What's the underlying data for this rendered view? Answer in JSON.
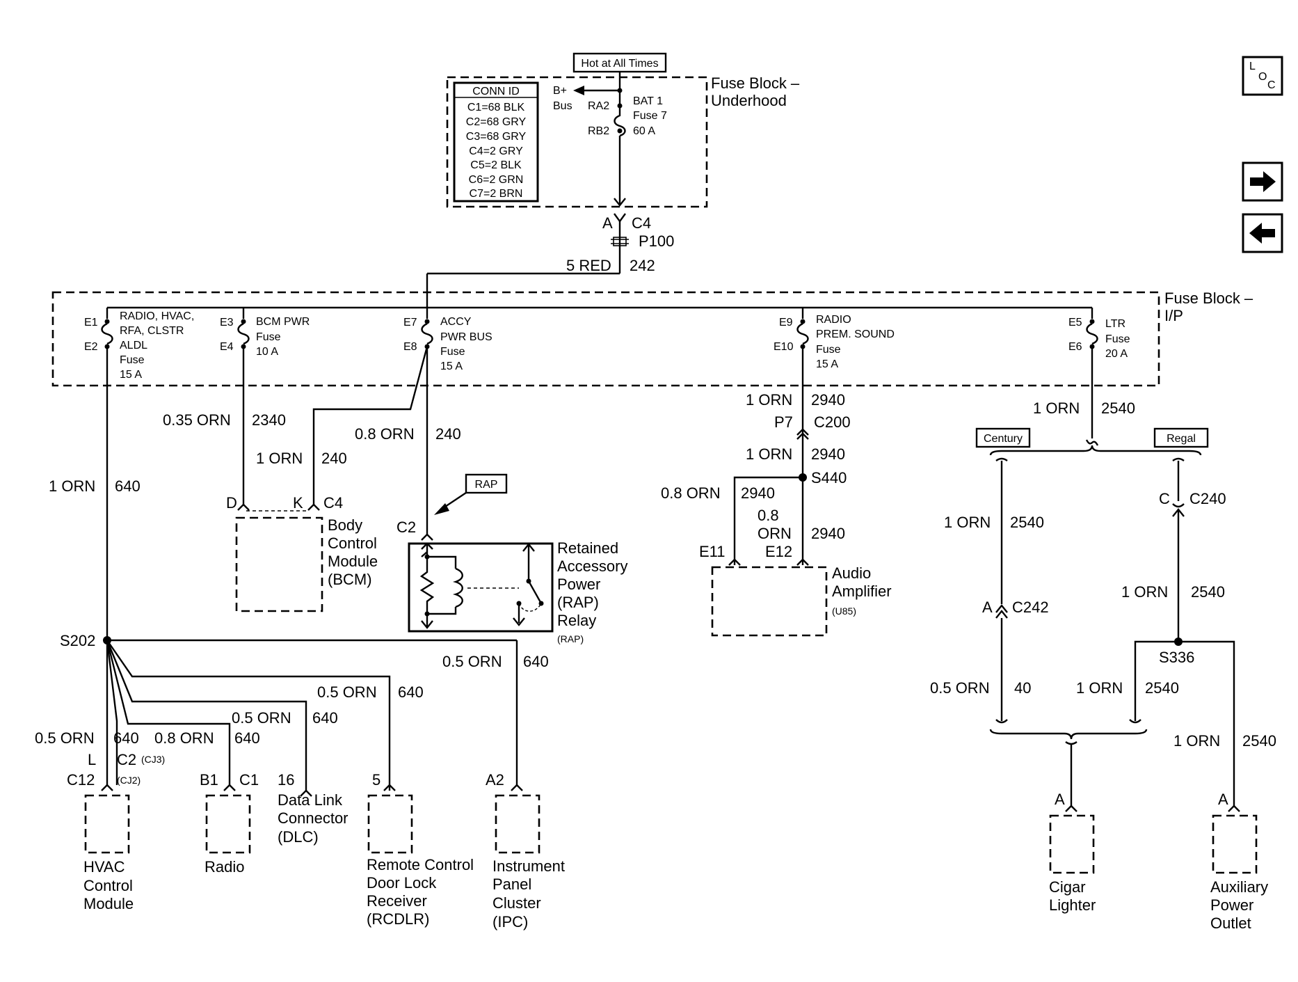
{
  "fb_under": {
    "hot": "Hot at All Times",
    "title1": "Fuse Block –",
    "title2": "Underhood",
    "conn_title": "CONN ID",
    "conns": [
      "C1=68 BLK",
      "C2=68 GRY",
      "C3=68 GRY",
      "C4=2 GRY",
      "C5=2 BLK",
      "C6=2 GRN",
      "C7=2 BRN"
    ],
    "bplus": "B+",
    "bus": "Bus",
    "ra2": "RA2",
    "rb2": "RB2",
    "bat1": "BAT 1",
    "fuse7": "Fuse 7",
    "amp60": "60 A",
    "conn_a": "A",
    "conn_c4": "C4",
    "p100": "P100",
    "wire_5red": "5 RED",
    "circ_242": "242"
  },
  "fb_ip": {
    "title1": "Fuse Block –",
    "title2": "I/P",
    "f1": {
      "pin_top": "E1",
      "pin_bot": "E2",
      "l1": "RADIO, HVAC,",
      "l2": "RFA, CLSTR",
      "l3": "ALDL",
      "l4": "Fuse",
      "l5": "15 A"
    },
    "f2": {
      "pin_top": "E3",
      "pin_bot": "E4",
      "l1": "BCM PWR",
      "l2": "Fuse",
      "l3": "10 A"
    },
    "f3": {
      "pin_top": "E7",
      "pin_bot": "E8",
      "l1": "ACCY",
      "l2": "PWR BUS",
      "l3": "Fuse",
      "l4": "15 A"
    },
    "f4": {
      "pin_top": "E9",
      "pin_bot": "E10",
      "l1": "RADIO",
      "l2": "PREM. SOUND",
      "l3": "Fuse",
      "l4": "15 A"
    },
    "f5": {
      "pin_top": "E5",
      "pin_bot": "E6",
      "l1": "LTR",
      "l2": "Fuse",
      "l3": "20 A"
    }
  },
  "wires": {
    "w640_main": {
      "g": "1 ORN",
      "c": "640"
    },
    "w2340": {
      "g": "0.35 ORN",
      "c": "2340"
    },
    "w240a": {
      "g": "1 ORN",
      "c": "240"
    },
    "w240b": {
      "g": "0.8 ORN",
      "c": "240"
    },
    "w2940a": {
      "g": "1 ORN",
      "c": "2940"
    },
    "w2940b": {
      "g": "1 ORN",
      "c": "2940"
    },
    "w2940c": {
      "g": "0.8 ORN",
      "c": "2940"
    },
    "w2940d": {
      "g1": "0.8",
      "g2": "ORN",
      "c": "2940"
    },
    "w2540a": {
      "g": "1 ORN",
      "c": "2540"
    },
    "w2540b": {
      "g": "1 ORN",
      "c": "2540"
    },
    "w2540c": {
      "g": "1 ORN",
      "c": "2540"
    },
    "w2540d": {
      "g": "1 ORN",
      "c": "2540"
    },
    "w2540e": {
      "g": "1 ORN",
      "c": "2540"
    },
    "w40": {
      "g": "0.5 ORN",
      "c": "40"
    },
    "w640_ipc": {
      "g": "0.5 ORN",
      "c": "640"
    },
    "w640_rcd": {
      "g": "0.5 ORN",
      "c": "640"
    },
    "w640_dlc": {
      "g": "0.5 ORN",
      "c": "640"
    },
    "w640_hvac": {
      "g": "0.5 ORN",
      "c": "640"
    },
    "w640_radio": {
      "g": "0.8 ORN",
      "c": "640"
    }
  },
  "connectors": {
    "bcm_d": "D",
    "bcm_k": "K",
    "bcm_c4": "C4",
    "rap_c2": "C2",
    "p7": "P7",
    "c200": "C200",
    "s440": "S440",
    "e11": "E11",
    "e12": "E12",
    "century": "Century",
    "regal": "Regal",
    "c240_pin": "C",
    "c240": "C240",
    "c242_pin": "A",
    "c242": "C242",
    "s336": "S336",
    "s202": "S202",
    "hvac_l": "L",
    "hvac_c2": "C2",
    "hvac_cj3": "(CJ3)",
    "hvac_c12": "C12",
    "hvac_cj2": "(CJ2)",
    "radio_b1": "B1",
    "radio_c1": "C1",
    "dlc_16": "16",
    "rcd_5": "5",
    "ipc_a2": "A2",
    "cig_a": "A",
    "aux_a": "A"
  },
  "components": {
    "bcm": [
      "Body",
      "Control",
      "Module",
      "(BCM)"
    ],
    "rap": [
      "Retained",
      "Accessory",
      "Power",
      "(RAP)",
      "Relay"
    ],
    "rap_sub": "(RAP)",
    "rap_tag": "RAP",
    "amp": [
      "Audio",
      "Amplifier"
    ],
    "amp_sub": "(U85)",
    "hvac": [
      "HVAC",
      "Control",
      "Module"
    ],
    "radio": [
      "Radio"
    ],
    "dlc": [
      "Data Link",
      "Connector",
      "(DLC)"
    ],
    "rcdlr": [
      "Remote Control",
      "Door Lock",
      "Receiver",
      "(RCDLR)"
    ],
    "ipc": [
      "Instrument",
      "Panel",
      "Cluster",
      "(IPC)"
    ],
    "cig": [
      "Cigar",
      "Lighter"
    ],
    "aux": [
      "Auxiliary",
      "Power",
      "Outlet"
    ]
  },
  "nav": {
    "loc_l": "L",
    "loc_o": "O",
    "loc_c": "C"
  }
}
